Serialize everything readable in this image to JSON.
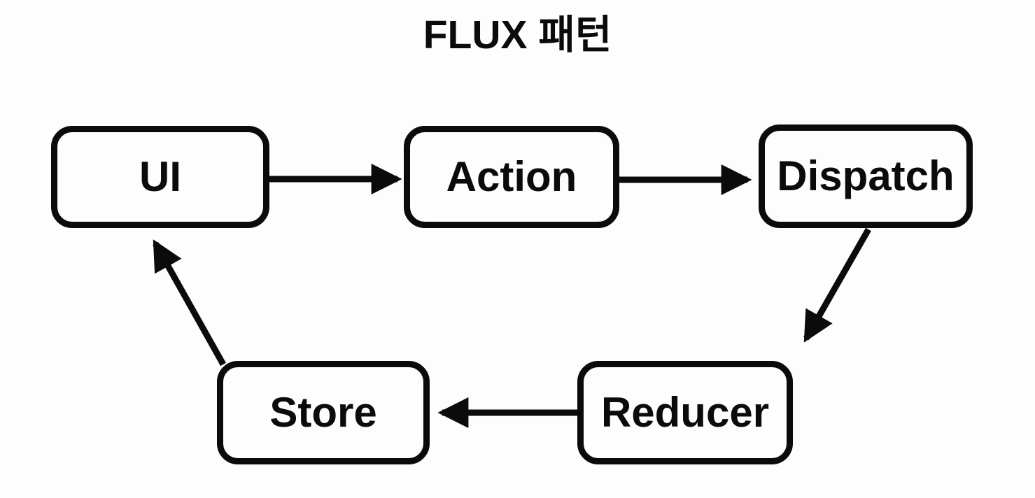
{
  "title": "FLUX 패턴",
  "colors": {
    "ink": "#0b0b0b",
    "background": "#fdfdfd"
  },
  "diagram": {
    "nodes": {
      "ui": {
        "label": "UI"
      },
      "action": {
        "label": "Action"
      },
      "dispatch": {
        "label": "Dispatch"
      },
      "reducer": {
        "label": "Reducer"
      },
      "store": {
        "label": "Store"
      }
    },
    "edges": [
      {
        "from": "UI",
        "to": "Action"
      },
      {
        "from": "Action",
        "to": "Dispatch"
      },
      {
        "from": "Dispatch",
        "to": "Reducer"
      },
      {
        "from": "Reducer",
        "to": "Store"
      },
      {
        "from": "Store",
        "to": "UI"
      }
    ]
  }
}
